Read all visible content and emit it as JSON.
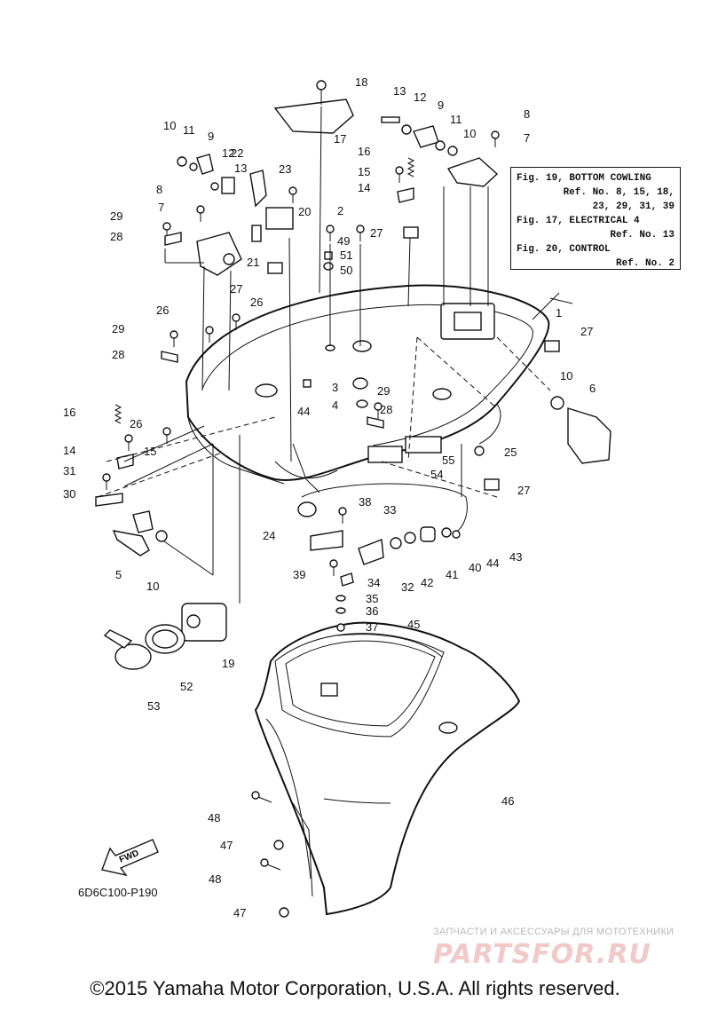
{
  "diagram": {
    "callouts": [
      {
        "id": "c1",
        "label": "1"
      },
      {
        "id": "c2",
        "label": "2"
      },
      {
        "id": "c3",
        "label": "3"
      },
      {
        "id": "c4",
        "label": "4"
      },
      {
        "id": "c5",
        "label": "5"
      },
      {
        "id": "c6",
        "label": "6"
      },
      {
        "id": "c7a",
        "label": "7"
      },
      {
        "id": "c7b",
        "label": "7"
      },
      {
        "id": "c8a",
        "label": "8"
      },
      {
        "id": "c8b",
        "label": "8"
      },
      {
        "id": "c9a",
        "label": "9"
      },
      {
        "id": "c9b",
        "label": "9"
      },
      {
        "id": "c10a",
        "label": "10"
      },
      {
        "id": "c10b",
        "label": "10"
      },
      {
        "id": "c10c",
        "label": "10"
      },
      {
        "id": "c10d",
        "label": "10"
      },
      {
        "id": "c11a",
        "label": "11"
      },
      {
        "id": "c11b",
        "label": "11"
      },
      {
        "id": "c12a",
        "label": "12"
      },
      {
        "id": "c12b",
        "label": "12"
      },
      {
        "id": "c13a",
        "label": "13"
      },
      {
        "id": "c13b",
        "label": "13"
      },
      {
        "id": "c14a",
        "label": "14"
      },
      {
        "id": "c14b",
        "label": "14"
      },
      {
        "id": "c15a",
        "label": "15"
      },
      {
        "id": "c15b",
        "label": "15"
      },
      {
        "id": "c16a",
        "label": "16"
      },
      {
        "id": "c16b",
        "label": "16"
      },
      {
        "id": "c17",
        "label": "17"
      },
      {
        "id": "c18",
        "label": "18"
      },
      {
        "id": "c19",
        "label": "19"
      },
      {
        "id": "c20",
        "label": "20"
      },
      {
        "id": "c21",
        "label": "21"
      },
      {
        "id": "c22",
        "label": "22"
      },
      {
        "id": "c23",
        "label": "23"
      },
      {
        "id": "c24",
        "label": "24"
      },
      {
        "id": "c25",
        "label": "25"
      },
      {
        "id": "c26a",
        "label": "26"
      },
      {
        "id": "c26b",
        "label": "26"
      },
      {
        "id": "c26c",
        "label": "26"
      },
      {
        "id": "c27a",
        "label": "27"
      },
      {
        "id": "c27b",
        "label": "27"
      },
      {
        "id": "c27c",
        "label": "27"
      },
      {
        "id": "c27d",
        "label": "27"
      },
      {
        "id": "c28a",
        "label": "28"
      },
      {
        "id": "c28b",
        "label": "28"
      },
      {
        "id": "c28c",
        "label": "28"
      },
      {
        "id": "c29a",
        "label": "29"
      },
      {
        "id": "c29b",
        "label": "29"
      },
      {
        "id": "c29c",
        "label": "29"
      },
      {
        "id": "c30",
        "label": "30"
      },
      {
        "id": "c31",
        "label": "31"
      },
      {
        "id": "c32",
        "label": "32"
      },
      {
        "id": "c33",
        "label": "33"
      },
      {
        "id": "c34",
        "label": "34"
      },
      {
        "id": "c35",
        "label": "35"
      },
      {
        "id": "c36",
        "label": "36"
      },
      {
        "id": "c37",
        "label": "37"
      },
      {
        "id": "c38",
        "label": "38"
      },
      {
        "id": "c39",
        "label": "39"
      },
      {
        "id": "c40",
        "label": "40"
      },
      {
        "id": "c41",
        "label": "41"
      },
      {
        "id": "c42",
        "label": "42"
      },
      {
        "id": "c43",
        "label": "43"
      },
      {
        "id": "c44a",
        "label": "44"
      },
      {
        "id": "c44b",
        "label": "44"
      },
      {
        "id": "c45",
        "label": "45"
      },
      {
        "id": "c46",
        "label": "46"
      },
      {
        "id": "c47a",
        "label": "47"
      },
      {
        "id": "c47b",
        "label": "47"
      },
      {
        "id": "c48a",
        "label": "48"
      },
      {
        "id": "c48b",
        "label": "48"
      },
      {
        "id": "c49",
        "label": "49"
      },
      {
        "id": "c50",
        "label": "50"
      },
      {
        "id": "c51",
        "label": "51"
      },
      {
        "id": "c52",
        "label": "52"
      },
      {
        "id": "c53",
        "label": "53"
      },
      {
        "id": "c54",
        "label": "54"
      },
      {
        "id": "c55",
        "label": "55"
      }
    ],
    "fwd_label": "FWD"
  },
  "reference_box": {
    "line1": "Fig. 19, BOTTOM COWLING",
    "line2": "Ref. No. 8, 15, 18,",
    "line3": "23, 29, 31, 39",
    "line4": "Fig. 17, ELECTRICAL 4",
    "line5": "Ref. No. 13",
    "line6": "Fig. 20, CONTROL",
    "line7": "Ref. No. 2"
  },
  "diagram_code": "6D6C100-P190",
  "watermark": {
    "tagline": "ЗАПЧАСТИ И АКСЕССУАРЫ ДЛЯ МОТОТЕХНИКИ",
    "logo": "PARTSFOR.RU"
  },
  "copyright": "©2015 Yamaha Motor Corporation, U.S.A. All rights reserved."
}
